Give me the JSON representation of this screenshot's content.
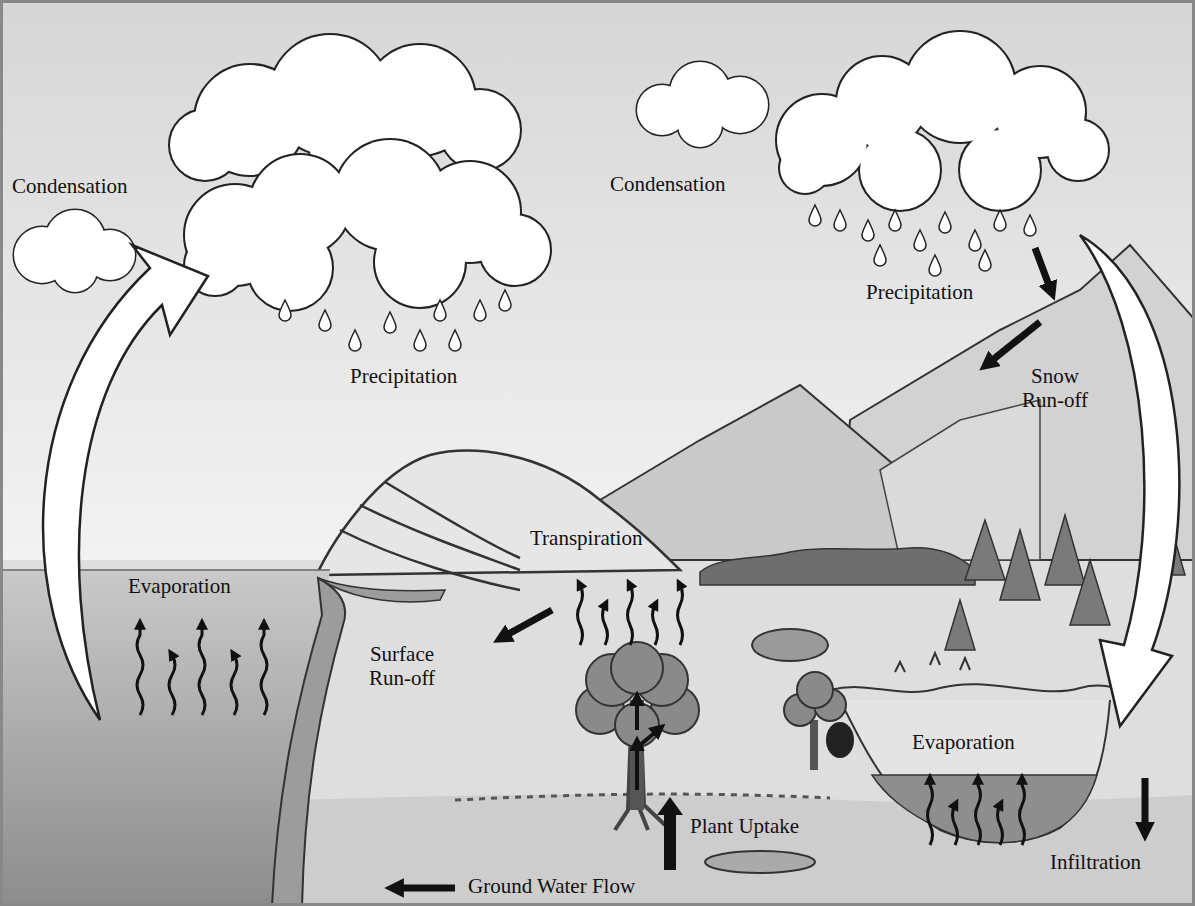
{
  "diagram": {
    "labels": [
      "Condensation",
      "Condensation",
      "Precipitation",
      "Precipitation",
      "Snow Run-off",
      "Transpiration",
      "Evaporation",
      "Surface Run-off",
      "Evaporation",
      "Plant Uptake",
      "Infiltration",
      "Ground Water Flow"
    ]
  }
}
